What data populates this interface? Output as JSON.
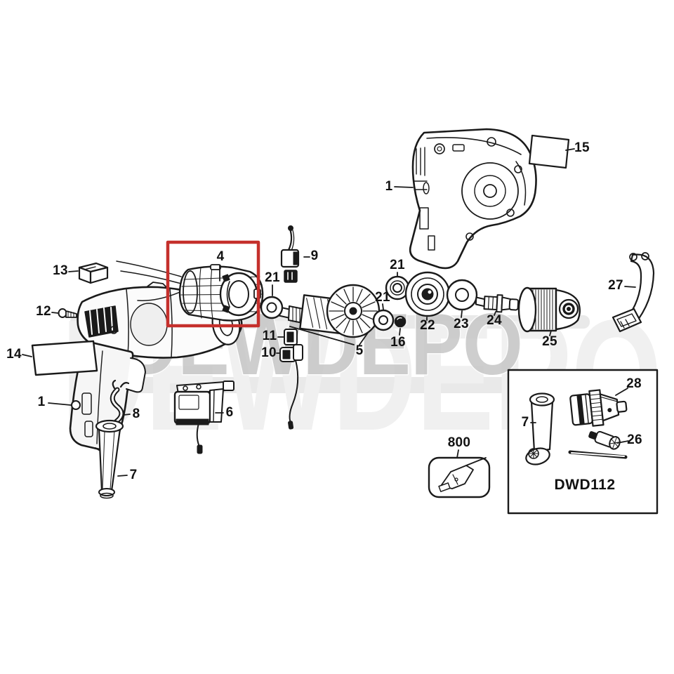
{
  "watermark": {
    "text": "DEWDEPO",
    "ghost_text": "DEWDEPO",
    "text_color": "#c6c6c6",
    "ghost_color": "#f0f0f0",
    "band_color": "#e9e9e9"
  },
  "highlight_box": {
    "highlighted_part": "4",
    "color": "#c5302c"
  },
  "model_box": {
    "label": "DWD112"
  },
  "part_labels": [
    "1",
    "15",
    "27",
    "13",
    "12",
    "14",
    "1",
    "4",
    "9",
    "21",
    "5",
    "11",
    "10",
    "21",
    "21",
    "16",
    "22",
    "23",
    "24",
    "25",
    "8",
    "6",
    "7",
    "800",
    "7",
    "28",
    "26"
  ]
}
